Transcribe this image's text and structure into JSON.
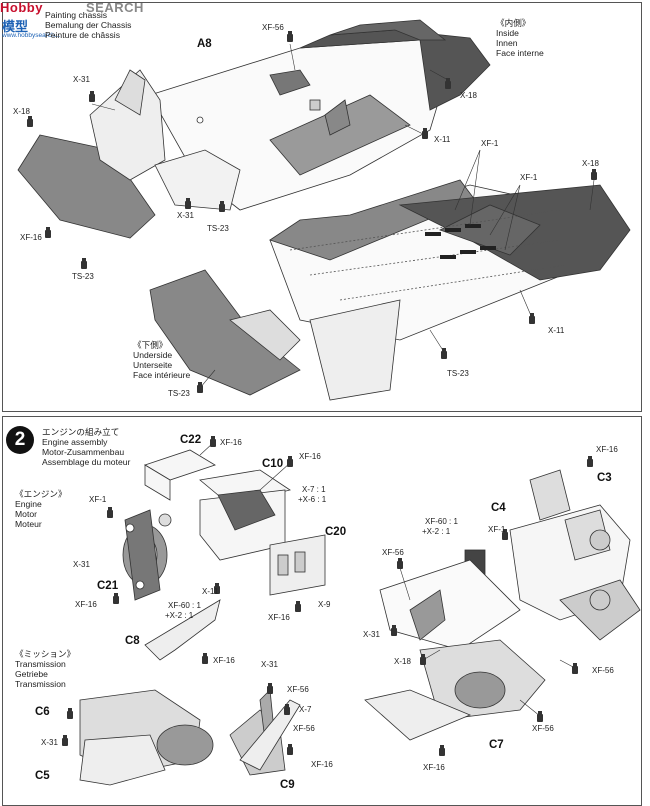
{
  "watermark": {
    "brand": "Hobby",
    "brand_cn": "模型",
    "site": "www.hobbysearch...",
    "search": "SEARCH"
  },
  "step1": {
    "title": [
      "Painting chassis",
      "Bemalung der Chassis",
      "Peinture de châssis"
    ],
    "inside": [
      "《内側》",
      "Inside",
      "Innen",
      "Face interne"
    ],
    "underside": [
      "《下側》",
      "Underside",
      "Unterseite",
      "Face intérieure"
    ],
    "part_labels": {
      "a8": "A8"
    },
    "paint": {
      "xf56_a": "XF-56",
      "x18_a": "X-18",
      "x31_a": "X-31",
      "x18_b": "X-18",
      "x11_a": "X-11",
      "x31_b": "X-31",
      "ts23_a": "TS-23",
      "xf16_a": "XF-16",
      "ts23_b": "TS-23",
      "xf1_a": "XF-1",
      "xf1_b": "XF-1",
      "x18_c": "X-18",
      "x11_b": "X-11",
      "ts23_c": "TS-23",
      "ts23_d": "TS-23"
    }
  },
  "step2": {
    "number": "2",
    "title": [
      "エンジンの組み立て",
      "Engine assembly",
      "Motor-Zusammenbau",
      "Assemblage du moteur"
    ],
    "engine": [
      "《エンジン》",
      "Engine",
      "Motor",
      "Moteur"
    ],
    "transmission": [
      "《ミッション》",
      "Transmission",
      "Getriebe",
      "Transmission"
    ],
    "part_labels": {
      "c22": "C22",
      "c10": "C10",
      "c20": "C20",
      "c21": "C21",
      "c4": "C4",
      "c3": "C3",
      "c8": "C8",
      "c6": "C6",
      "c5": "C5",
      "c9": "C9",
      "c7": "C7"
    },
    "paint": {
      "xf16_a": "XF-16",
      "xf16_b": "XF-16",
      "x7_mix": "X-7 : 1",
      "x6_mix": "+X-6 : 1",
      "xf1_c": "XF-1",
      "x31_c": "X-31",
      "x11_c": "X-11",
      "xf16_c": "XF-16",
      "xf60_mix": "XF-60 : 1",
      "x2_mix": "+X-2 : 1",
      "xf16_d": "XF-16",
      "x9": "X-9",
      "xf16_e": "XF-16",
      "xf60_mix_b": "XF-60 : 1",
      "x2_mix_b": "+X-2 : 1",
      "xf1_d": "XF-1",
      "xf56_b": "XF-56",
      "x31_d": "X-31",
      "x18_d": "X-18",
      "xf56_c": "XF-56",
      "xf56_d": "XF-56",
      "xf16_f": "XF-16",
      "x31_e": "X-31",
      "xf56_e": "XF-56",
      "x7": "X-7",
      "x31_f": "X-31",
      "xf16_g": "XF-16",
      "xf56_f": "XF-56",
      "xf16_h": "XF-16"
    }
  }
}
